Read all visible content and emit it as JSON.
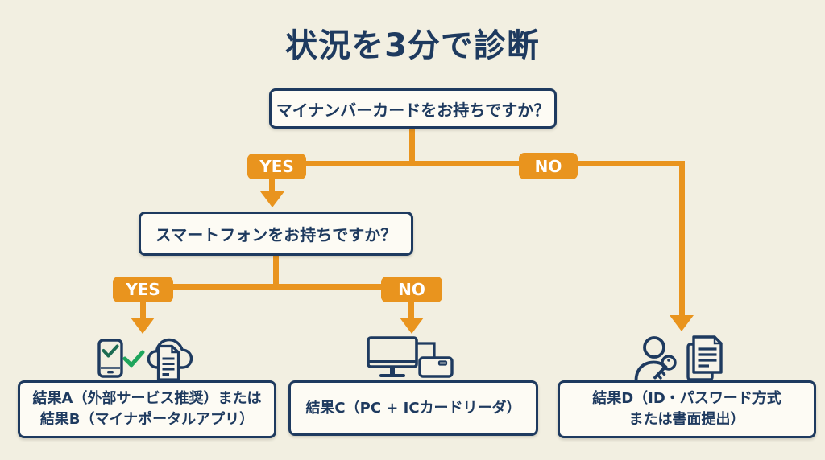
{
  "title": "状況を3分で診断",
  "colors": {
    "background": "#F2EFE1",
    "navy": "#1E3A5F",
    "orange": "#E9941E",
    "green_check": "#1FA55C",
    "dark_green_check": "#1C6B52",
    "box_background": "#FDFBF4",
    "label_text": "#FFFFFF"
  },
  "flow": {
    "q1": "マイナンバーカードをお持ちですか？",
    "q1_yes": "YES",
    "q1_no": "NO",
    "q2": "スマートフォンをお持ちですか？",
    "q2_yes": "YES",
    "q2_no": "NO",
    "result_ab_line1": "結果A（外部サービス推奨）または",
    "result_ab_line2": "結果B（マイナポータルアプリ）",
    "result_c_line1": "結果C（PC + ICカードリーダ）",
    "result_d_line1": "結果D（ID・パスワード方式",
    "result_d_line2": "または書面提出）",
    "icons": {
      "result_ab": [
        "smartphone-check-icon",
        "check-icon",
        "cloud-document-icon"
      ],
      "result_c": [
        "desktop-pc-icon",
        "ic-card-reader-icon"
      ],
      "result_d": [
        "person-key-icon",
        "documents-icon"
      ]
    }
  }
}
